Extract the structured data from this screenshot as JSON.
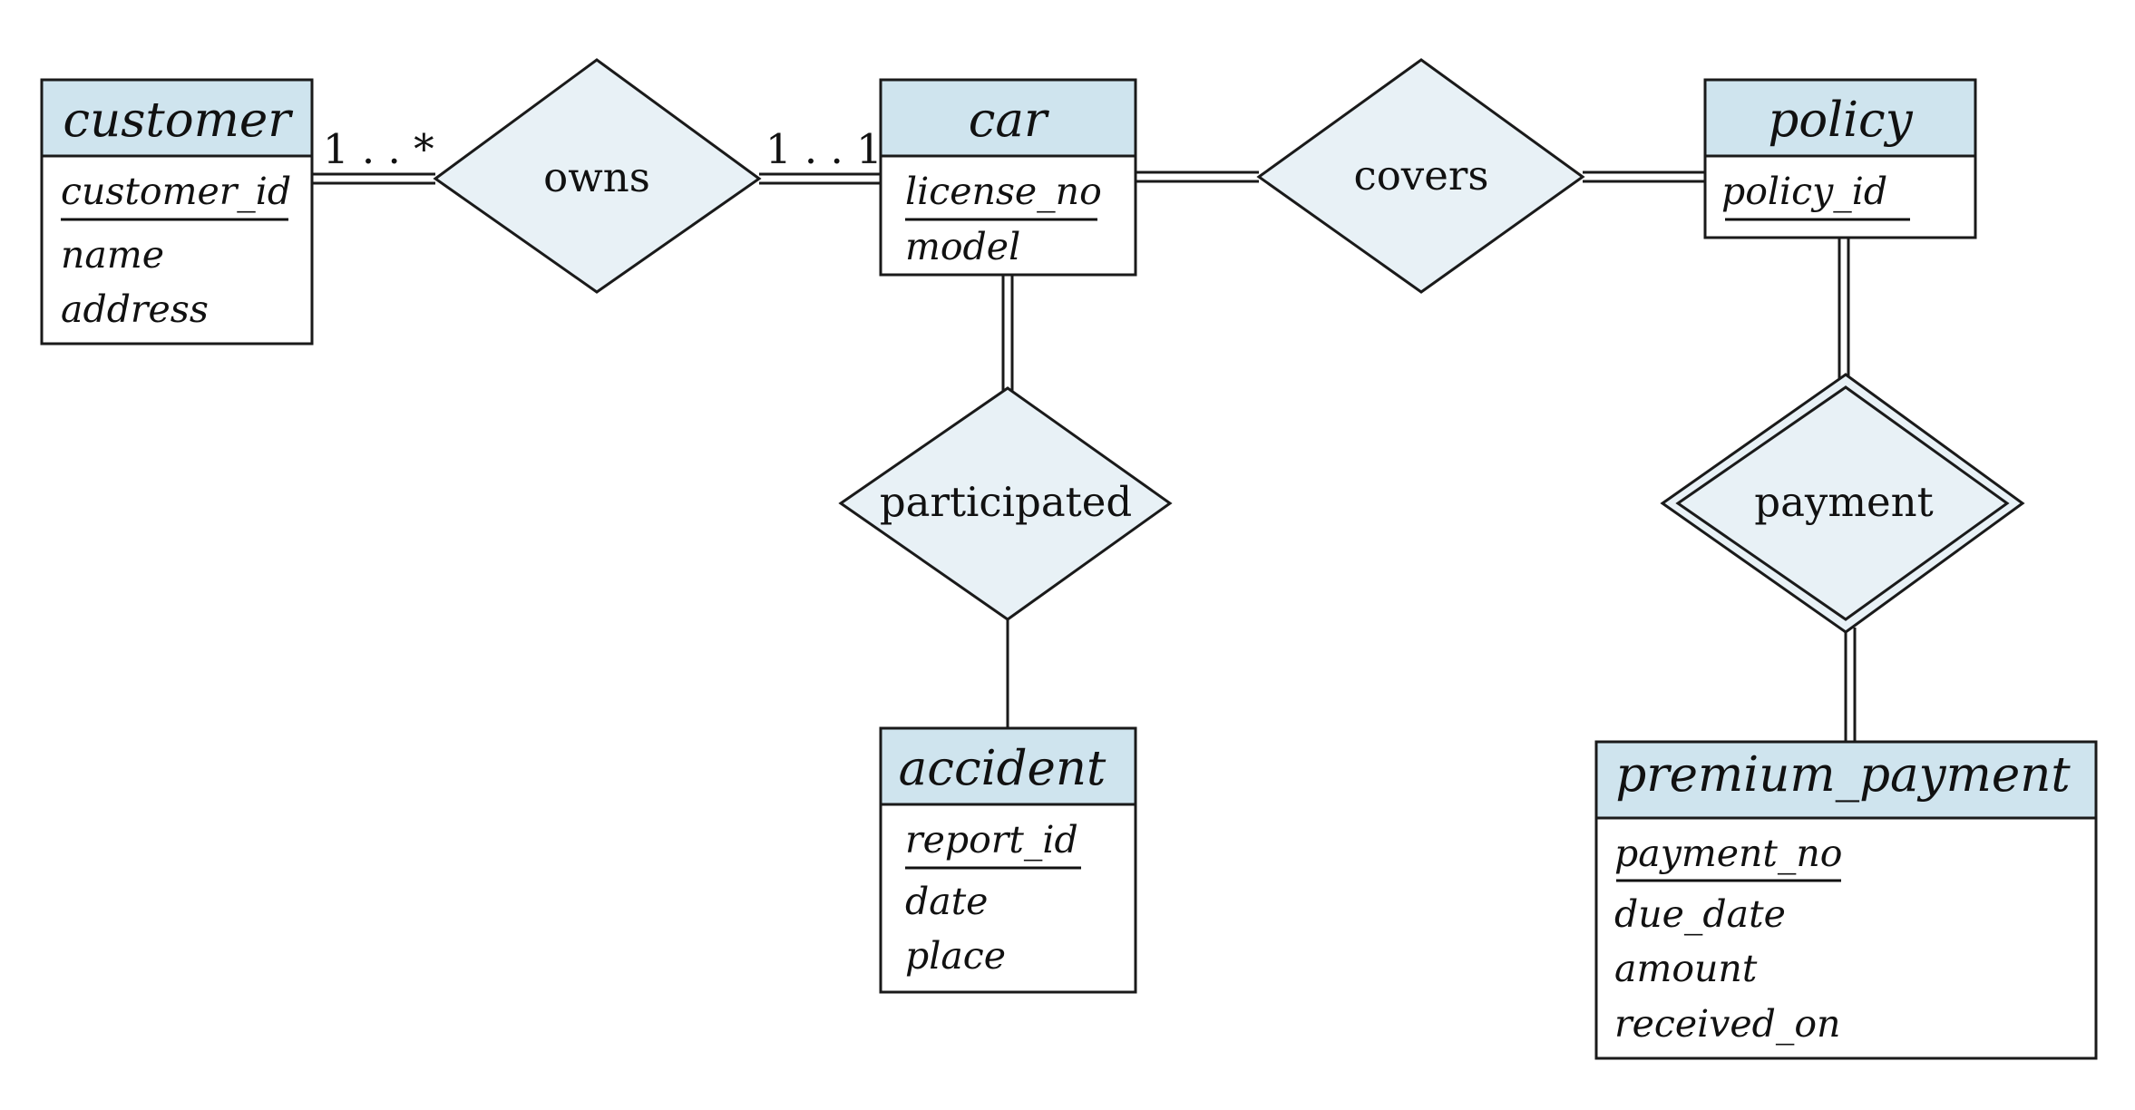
{
  "diagram": {
    "entities": {
      "customer": {
        "title": "customer",
        "attributes": [
          "customer_id",
          "name",
          "address"
        ]
      },
      "car": {
        "title": "car",
        "attributes": [
          "license_no",
          "model"
        ]
      },
      "policy": {
        "title": "policy",
        "attributes": [
          "policy_id"
        ]
      },
      "accident": {
        "title": "accident",
        "attributes": [
          "report_id",
          "date",
          "place"
        ]
      },
      "premium_payment": {
        "title": "premium_payment",
        "attributes": [
          "payment_no",
          "due_date",
          "amount",
          "received_on"
        ]
      }
    },
    "relationships": {
      "owns": {
        "label": "owns",
        "weak": false
      },
      "covers": {
        "label": "covers",
        "weak": false
      },
      "participated": {
        "label": "participated",
        "weak": false
      },
      "payment": {
        "label": "payment",
        "weak": true
      }
    },
    "cardinalities": {
      "customer_owns": "1 . . *",
      "car_owns": "1 . . 1"
    },
    "colors": {
      "entity_header": "#cfe4ee",
      "relationship_fill": "#e8f1f6",
      "line": "#1a1a1a"
    }
  }
}
